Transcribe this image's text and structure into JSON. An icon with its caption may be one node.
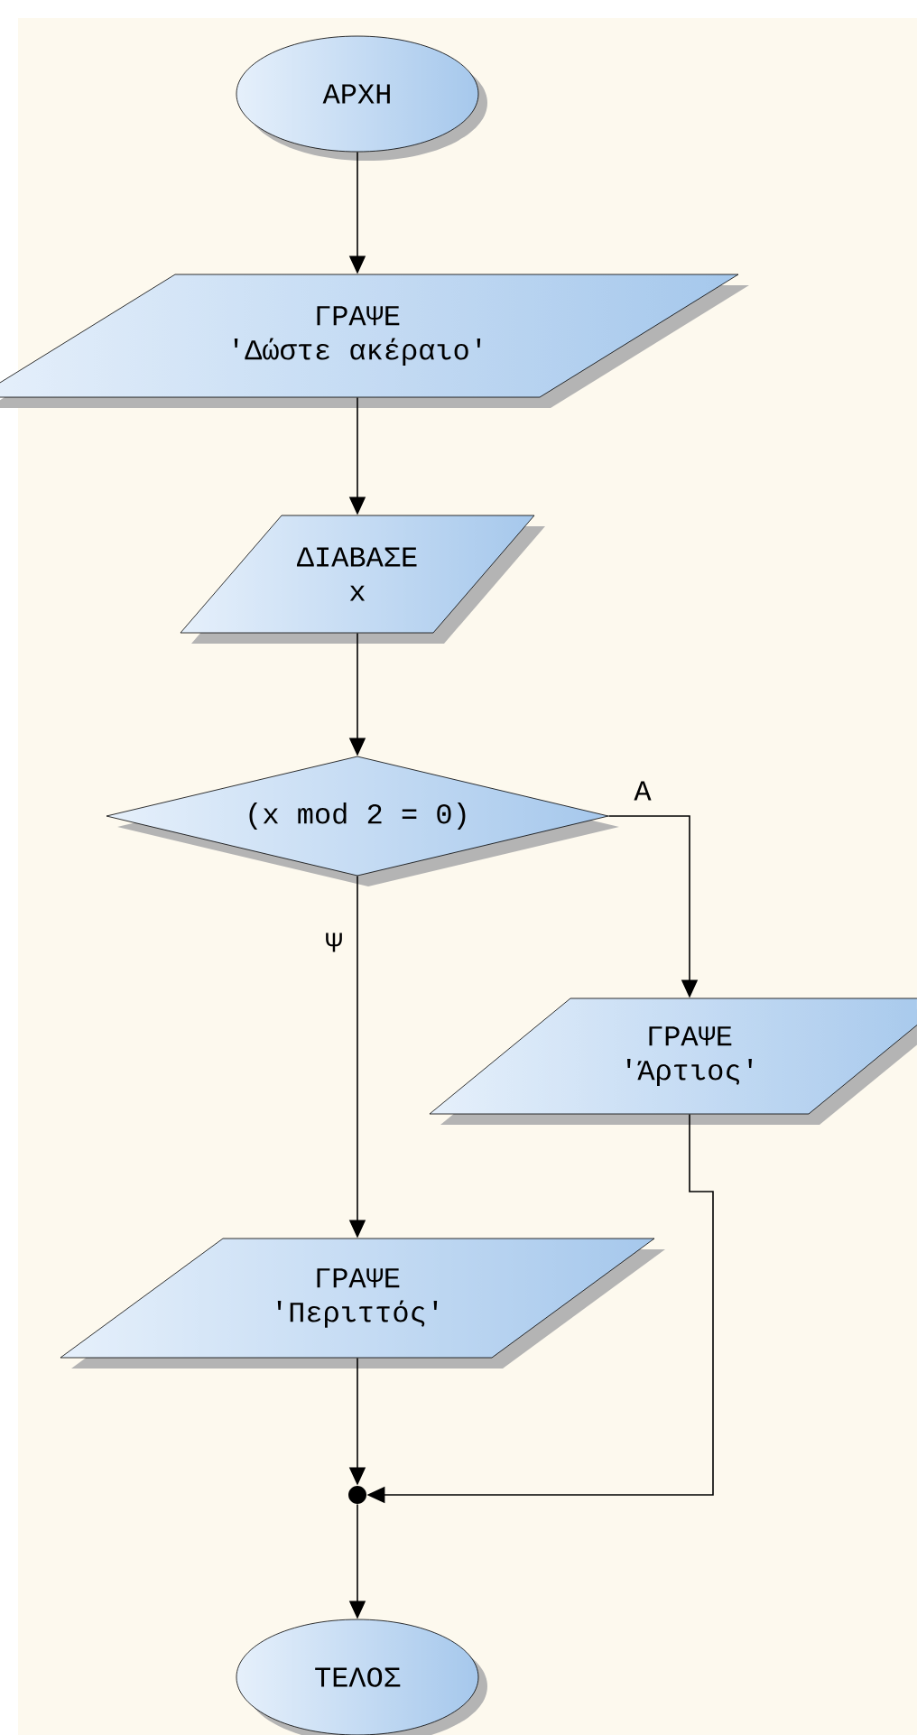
{
  "diagram": {
    "nodes": [
      {
        "text": [
          "ΑΡΧΗ"
        ]
      },
      {
        "text": [
          "ΓΡΑΨΕ",
          "'Δώστε ακέραιο'"
        ]
      },
      {
        "text": [
          "ΔΙΑΒΑΣΕ",
          "x"
        ]
      },
      {
        "text": [
          "(x mod 2 = 0)"
        ]
      },
      {
        "text": [
          "ΓΡΑΨΕ",
          "'Άρτιος'"
        ]
      },
      {
        "text": [
          "ΓΡΑΨΕ",
          "'Περιττός'"
        ]
      },
      {
        "text": [],
        "shape": "circle"
      },
      {
        "text": [
          "ΤΕΛΟΣ"
        ]
      }
    ],
    "edges": [
      {
        "from": 0,
        "to": 1,
        "arrow": "to"
      },
      {
        "from": 1,
        "to": 2,
        "arrow": "to"
      },
      {
        "from": 2,
        "to": 3,
        "arrow": "to"
      },
      {
        "from": 3,
        "to": 4,
        "arrow": "to",
        "label": "Α"
      },
      {
        "from": 3,
        "to": 5,
        "arrow": "to",
        "label": "Ψ"
      },
      {
        "from": 5,
        "to": 6,
        "arrow": "to"
      },
      {
        "from": 4,
        "to": 6,
        "arrow": "to"
      },
      {
        "from": 6,
        "to": 7,
        "arrow": "to"
      }
    ]
  }
}
